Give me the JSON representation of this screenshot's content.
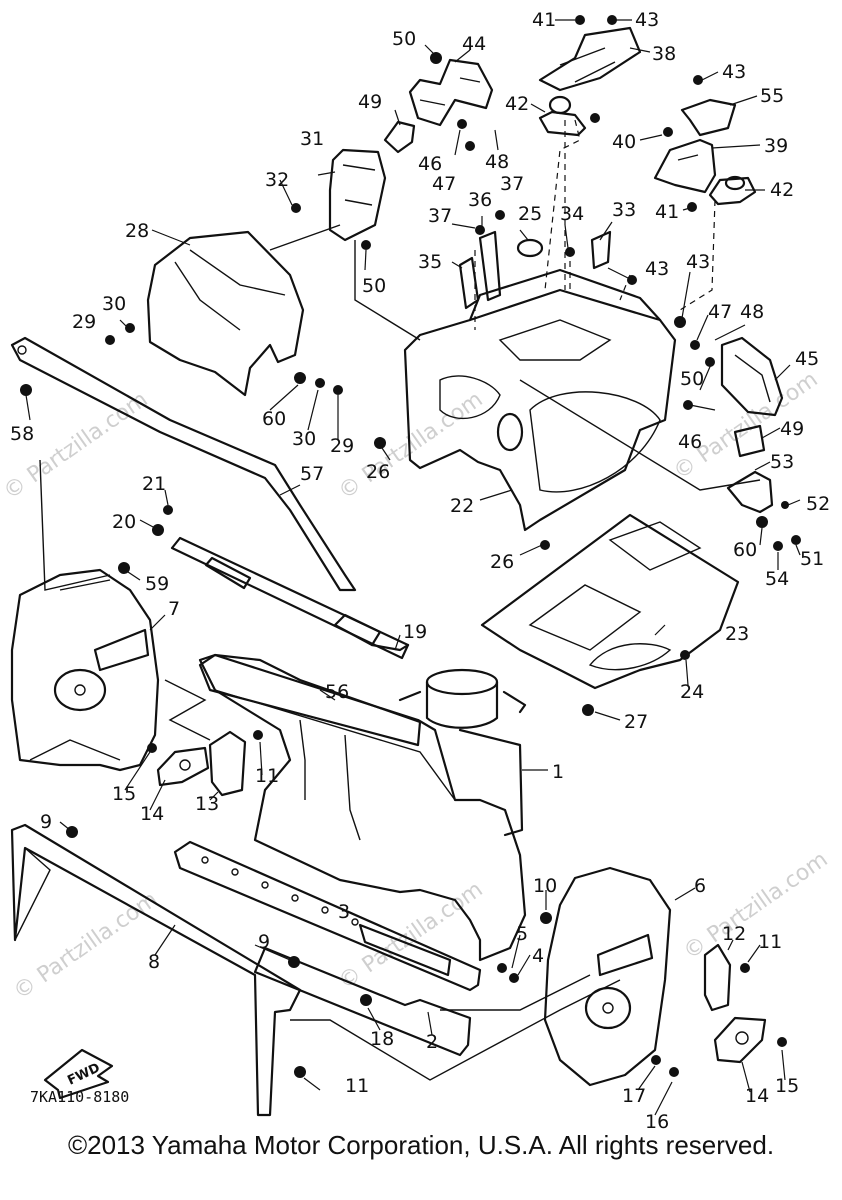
{
  "drawing_code": "7KA110-8180",
  "fwd_label": "FWD",
  "watermark": "© Partzilla.com",
  "copyright": "©2013  Yamaha Motor Corporation, U.S.A. All rights reserved.",
  "callouts": [
    "1",
    "2",
    "3",
    "4",
    "5",
    "6",
    "7",
    "8",
    "9",
    "10",
    "11",
    "12",
    "13",
    "14",
    "15",
    "16",
    "17",
    "18",
    "19",
    "20",
    "21",
    "22",
    "23",
    "24",
    "25",
    "26",
    "27",
    "28",
    "29",
    "30",
    "31",
    "32",
    "33",
    "34",
    "35",
    "36",
    "37",
    "38",
    "39",
    "40",
    "41",
    "42",
    "43",
    "44",
    "45",
    "46",
    "47",
    "48",
    "49",
    "50",
    "51",
    "52",
    "53",
    "54",
    "55",
    "56",
    "57",
    "58",
    "59",
    "60"
  ]
}
